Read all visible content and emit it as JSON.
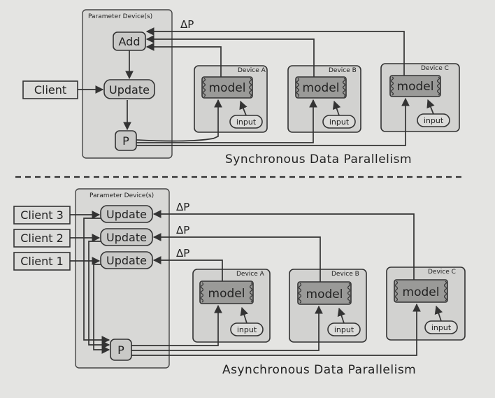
{
  "sync": {
    "param_title": "Parameter Device(s)",
    "add": "Add",
    "update": "Update",
    "p": "P",
    "client": "Client",
    "delta": "ΔP",
    "devices": [
      {
        "title": "Device A",
        "model": "model",
        "input": "input"
      },
      {
        "title": "Device B",
        "model": "model",
        "input": "input"
      },
      {
        "title": "Device C",
        "model": "model",
        "input": "input"
      }
    ],
    "caption": "Synchronous Data Parallelism"
  },
  "async": {
    "param_title": "Parameter Device(s)",
    "updates": [
      "Update",
      "Update",
      "Update"
    ],
    "p": "P",
    "clients": [
      "Client 3",
      "Client 2",
      "Client 1"
    ],
    "deltas": [
      "ΔP",
      "ΔP",
      "ΔP"
    ],
    "devices": [
      {
        "title": "Device A",
        "model": "model",
        "input": "input"
      },
      {
        "title": "Device B",
        "model": "model",
        "input": "input"
      },
      {
        "title": "Device C",
        "model": "model",
        "input": "input"
      }
    ],
    "caption": "Asynchronous Data Parallelism"
  }
}
